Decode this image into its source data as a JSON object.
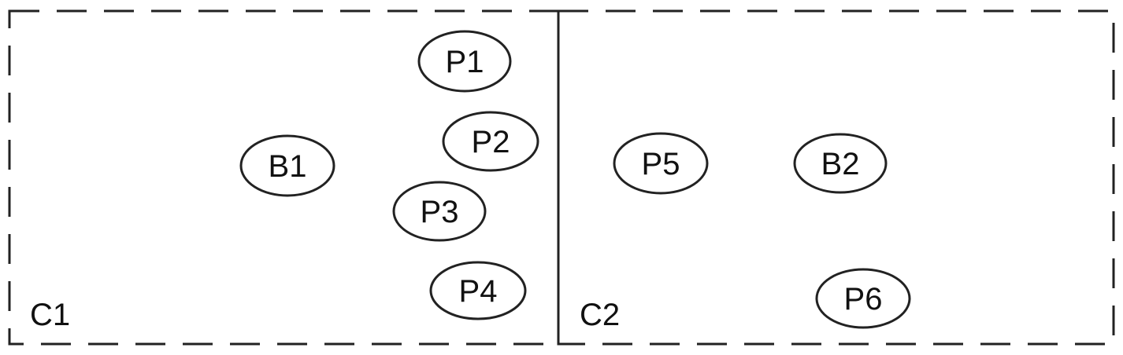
{
  "regions": [
    {
      "id": "c1",
      "label": "C1"
    },
    {
      "id": "c2",
      "label": "C2"
    }
  ],
  "nodes": [
    {
      "id": "p1",
      "label": "P1"
    },
    {
      "id": "p2",
      "label": "P2"
    },
    {
      "id": "b1",
      "label": "B1"
    },
    {
      "id": "p3",
      "label": "P3"
    },
    {
      "id": "p4",
      "label": "P4"
    },
    {
      "id": "p5",
      "label": "P5"
    },
    {
      "id": "b2",
      "label": "B2"
    },
    {
      "id": "p6",
      "label": "P6"
    }
  ]
}
